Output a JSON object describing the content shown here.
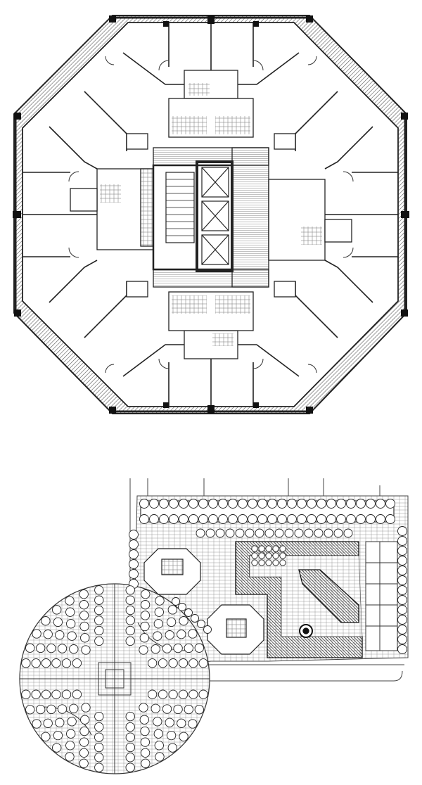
{
  "figure": {
    "panels": [
      {
        "id": "tower-floor-plan",
        "kind": "octagonal tower typical floor plan",
        "units_per_floor": 8,
        "elevators": 3
      },
      {
        "id": "site-plan",
        "kind": "landscaped site plan with circular tree plaza"
      }
    ],
    "colors": {
      "ink": "#222222",
      "paper": "#ffffff",
      "hatch": "#555555"
    }
  }
}
